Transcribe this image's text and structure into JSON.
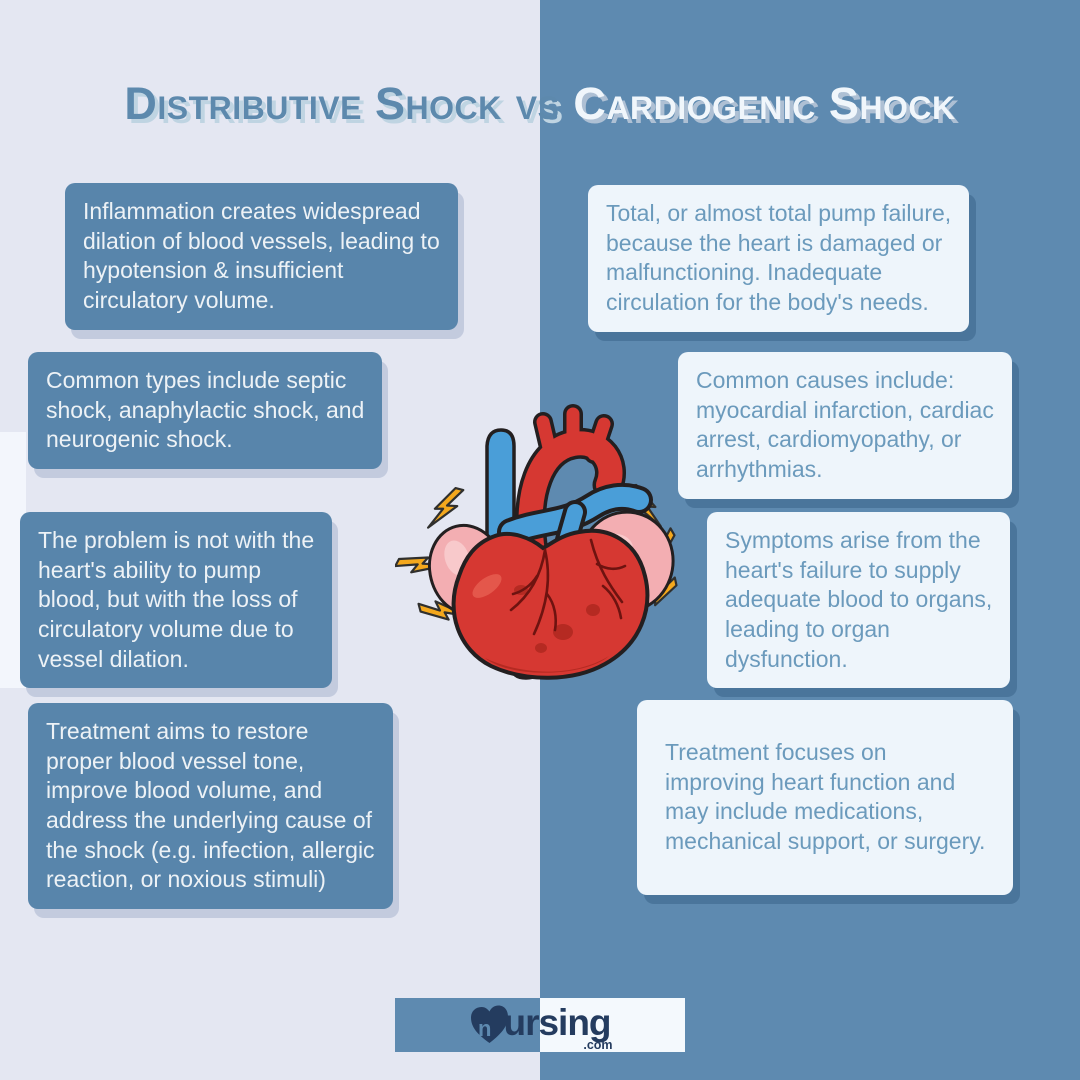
{
  "title": {
    "left": "Distributive Shock",
    "vs": "vs",
    "right": "Cardiogenic Shock"
  },
  "left_column": {
    "topic_color": "#5885ab",
    "boxes": [
      "Inflammation creates widespread\ndilation of blood vessels, leading to\nhypotension & insufficient\ncirculatory volume.",
      "Common types include septic\nshock, anaphylactic shock, and\nneurogenic shock.",
      "The problem is not with the\nheart's ability to pump\nblood, but with the loss of\ncirculatory volume due to\nvessel dilation.",
      "Treatment aims to restore\nproper blood vessel tone,\nimprove blood volume, and\naddress the underlying cause of\nthe shock (e.g. infection, allergic\nreaction, or noxious stimuli)"
    ]
  },
  "right_column": {
    "topic_color": "#eef5fb",
    "boxes": [
      "Total, or almost total pump failure,\nbecause the heart is damaged or\nmalfunctioning. Inadequate\ncirculation for the body's needs.",
      "Common causes include:\nmyocardial infarction, cardiac\narrest, cardiomyopathy, or\narrhythmias.",
      "Symptoms arise from the\nheart's failure to supply\nadequate blood to organs,\nleading to organ\ndysfunction.",
      "Treatment focuses on\nimproving heart function and\nmay include medications,\nmechanical support, or surgery."
    ]
  },
  "footer": {
    "brand_first_letter": "n",
    "brand_rest": "ursing",
    "brand_suffix": ".com"
  },
  "icons": {
    "center": "anatomical-heart-with-lightning-bolts",
    "logo": "nursing-heart-logo"
  },
  "colors": {
    "left_bg": "#e4e7f2",
    "right_bg": "#5e8ab0",
    "left_box_bg": "#5885ab",
    "left_box_text": "#edf2f6",
    "right_box_bg": "#eef5fb",
    "right_box_text": "#6b9abc",
    "title_left": "#5d89ad",
    "title_right": "#f0f6fb",
    "bolt_yellow": "#f4a81d",
    "heart_red": "#d63832",
    "heart_dark_red": "#b52a22",
    "vessel_blue": "#4a9ed8",
    "atrium_pink": "#f3aeb2",
    "logo_navy": "#243c5f"
  }
}
